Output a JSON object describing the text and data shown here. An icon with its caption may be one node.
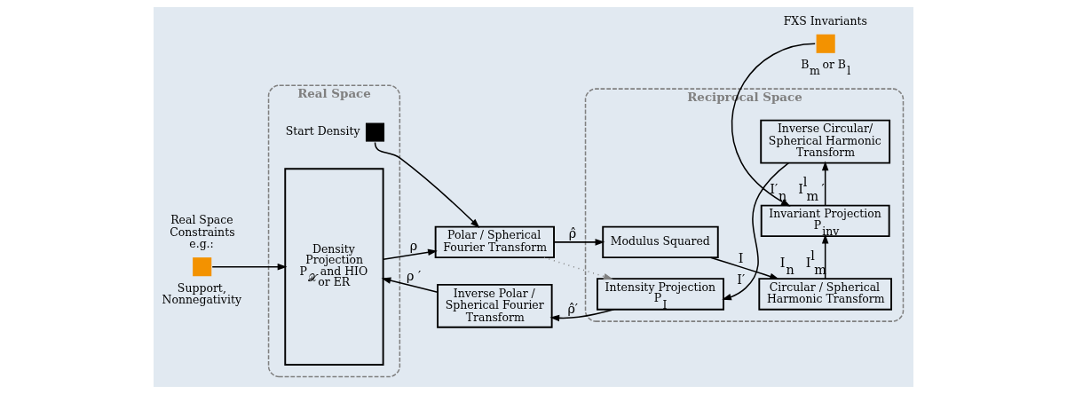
{
  "diagram": {
    "nodes": [
      {
        "text": [
          "Real Space"
        ]
      },
      {
        "text": [
          "Reciprocal Space"
        ]
      },
      {
        "text": [],
        "shape": "box",
        "in": 0,
        "beside": [
          "Start Density"
        ]
      },
      {
        "text": [
          "Density Projection P$_{𝒳}$ and HIO or ER"
        ],
        "in": 0
      },
      {
        "text": [],
        "shape": "box",
        "beside": [
          "Real Space Constraints e.g.:",
          "Support, Nonnegativity"
        ]
      },
      {
        "text": [
          "Polar / Spherical Fourier Transform"
        ]
      },
      {
        "text": [
          "Modulus Squared"
        ],
        "in": 1
      },
      {
        "text": [
          "Circular / Spherical Harmonic Transform"
        ],
        "in": 1
      },
      {
        "text": [
          "Invariant Projection P$_{inv}$"
        ],
        "in": 1
      },
      {
        "text": [],
        "shape": "box",
        "beside": [
          "FXS Invariants",
          "B$_{m}$ or B$_{l}$"
        ]
      },
      {
        "text": [
          "Inverse Circular/ Spherical Harmonic Transform"
        ],
        "in": 1
      },
      {
        "text": [
          "Intensity Projection P$_{I}$"
        ],
        "in": 1
      },
      {
        "text": [
          "Inverse Polar / Spherical Fourier Transform"
        ]
      }
    ],
    "edges": [
      {
        "from": 3,
        "to": 5,
        "arrow": "to",
        "label": "ρ"
      },
      {
        "from": 2,
        "to": 5,
        "arrow": "to"
      },
      {
        "from": 4,
        "to": 3,
        "arrow": "to"
      },
      {
        "from": 5,
        "to": 6,
        "arrow": "to",
        "label": "ρ̂"
      },
      {
        "from": 5,
        "to": 11,
        "arrow": "to",
        "style": "dashed",
        "color": "#808080"
      },
      {
        "from": 6,
        "to": 7,
        "arrow": "to",
        "label": "I"
      },
      {
        "from": 7,
        "to": 8,
        "arrow": "to",
        "label": "I$_{n}$   I$^{l}$$_{m}$"
      },
      {
        "from": 9,
        "to": 8,
        "arrow": "to"
      },
      {
        "from": 8,
        "to": 10,
        "arrow": "to",
        "label": "I′$_{n}$   I$^{l}$$_{m}$ ′"
      },
      {
        "from": 10,
        "to": 11,
        "arrow": "to",
        "label": "I′"
      },
      {
        "from": 11,
        "to": 12,
        "arrow": "to",
        "label": "ρ̂′"
      },
      {
        "from": 12,
        "to": 3,
        "arrow": "to",
        "label": "ρ ′"
      }
    ]
  }
}
